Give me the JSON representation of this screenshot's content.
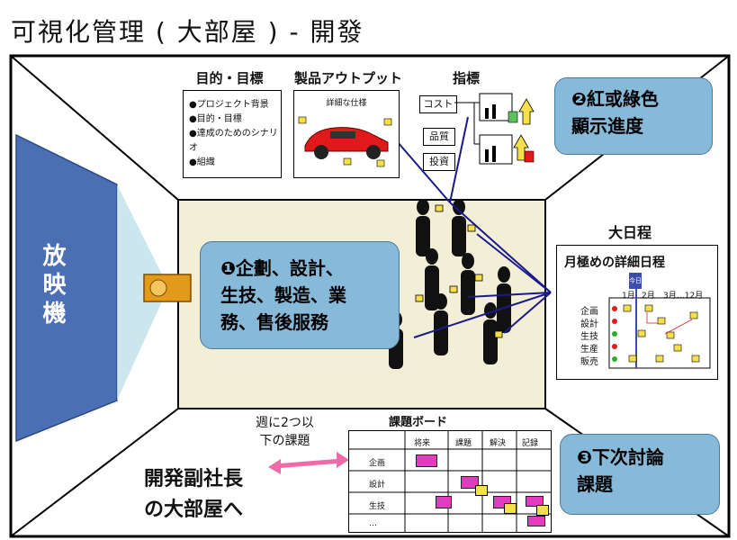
{
  "title": "可視化管理 ( 大部屋 ) - 開發",
  "screen": {
    "label": "放映機"
  },
  "panels": {
    "purpose": {
      "title": "目的・目標",
      "items": [
        "●プロジェクト背景",
        "●目的・目標",
        "●達成のためのシナリオ",
        "●組織"
      ]
    },
    "product": {
      "title": "製品アウトプット",
      "subtitle": "詳細な仕様"
    },
    "indicators": {
      "title": "指標",
      "labels": [
        "コスト",
        "品質",
        "投資"
      ]
    }
  },
  "callouts": {
    "c1": {
      "lines": [
        "❶企劃、設計、",
        "生技、製造、業",
        "務、售後服務"
      ]
    },
    "c2": {
      "lines": [
        "❷紅或綠色",
        "顯示進度"
      ]
    },
    "c3": {
      "lines": [
        "❸下次討論",
        "課題"
      ]
    }
  },
  "schedule": {
    "title": "大日程",
    "subtitle": "月極めの詳細日程",
    "months": [
      "1月",
      "2月",
      "3月…12月"
    ],
    "rows": [
      "企画",
      "設計",
      "生技",
      "生産",
      "販売"
    ],
    "marker": "今日"
  },
  "issue_board": {
    "title": "課題ボード",
    "cols": [
      "将来",
      "課題",
      "解決",
      "記録"
    ],
    "rows": [
      "企画",
      "設計",
      "生技",
      "…"
    ]
  },
  "weekly": {
    "lines": [
      "週に2つ以",
      "下の課題"
    ]
  },
  "vp": {
    "lines": [
      "開発副社長",
      "の大部屋へ"
    ]
  },
  "colors": {
    "screen": "#4a6fb5",
    "callout": "#87b9d9",
    "wall": "#f3efd6",
    "arrow": "#1a1a8c"
  }
}
